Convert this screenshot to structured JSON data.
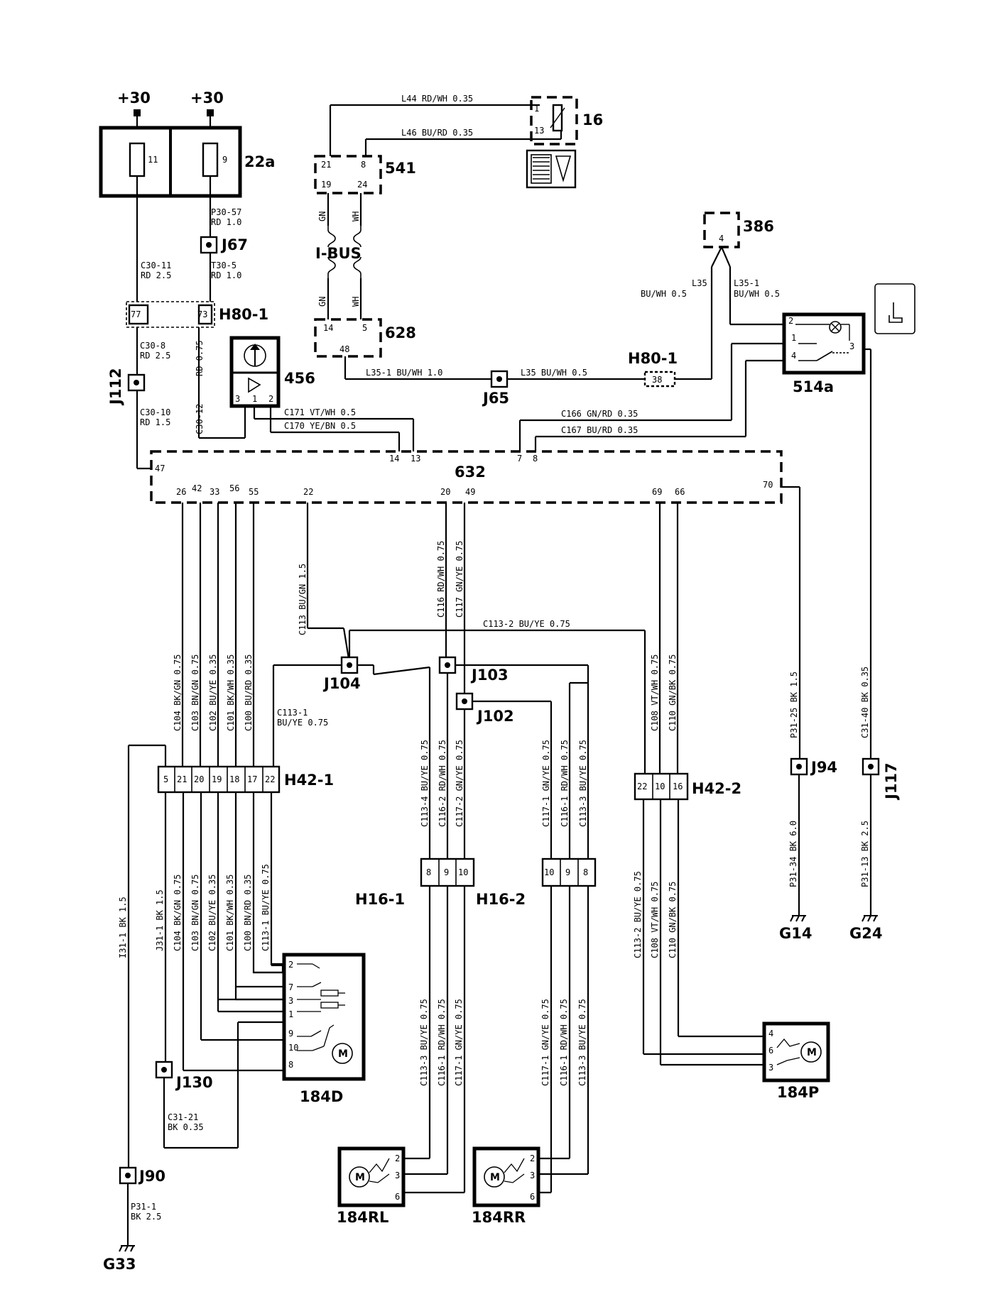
{
  "components": {
    "plus30_left": "+30",
    "plus30_right": "+30",
    "fuse_box": "22a",
    "fuse_11": "11",
    "fuse_9": "9",
    "c16": "16",
    "c541": "541",
    "ibus": "I-BUS",
    "c628": "628",
    "c386": "386",
    "c514a": "514a",
    "h80_1_left": "H80-1",
    "h80_1_right": "H80-1",
    "c456": "456",
    "c632": "632",
    "h42_1": "H42-1",
    "h42_2": "H42-2",
    "h16_1": "H16-1",
    "h16_2": "H16-2",
    "m184d": "184D",
    "m184p": "184P",
    "m184rl": "184RL",
    "m184rr": "184RR"
  },
  "junctions": {
    "j67": "J67",
    "j112": "J112",
    "j65": "J65",
    "j104": "J104",
    "j103": "J103",
    "j102": "J102",
    "j94": "J94",
    "j117": "J117",
    "j130": "J130",
    "j90": "J90"
  },
  "grounds": {
    "g14": "G14",
    "g24": "G24",
    "g33": "G33"
  },
  "wires": {
    "l44": "L44   RD/WH 0.35",
    "l46": "L46   BU/RD  0.35",
    "p30_57": "P30-57",
    "rd10a": "RD 1.0",
    "c30_11": "C30-11",
    "rd25a": "RD 2.5",
    "t30_5": "T30-5",
    "rd10b": "RD 1.0",
    "c30_8": "C30-8",
    "rd25b": "RD 2.5",
    "c30_10": "C30-10",
    "rd15": "RD 1.5",
    "rd075": "RD 0.75",
    "c30_12": "C30-12",
    "c171": "C171   VT/WH  0.5",
    "c170": "C170   YE/BN  0.5",
    "l35_1h": "L35-1    BU/WH 1.0",
    "l35h": "L35   BU/WH 0.5",
    "l35": "L35",
    "l35_buwh": "BU/WH 0.5",
    "l35_1": "L35-1",
    "l35_1_buwh": "BU/WH 0.5",
    "c166": "C166    GN/RD  0.35",
    "c167": "C167    BU/RD  0.35",
    "gn_v": "GN",
    "wh_v": "WH",
    "c113": "C113   BU/GN 1.5",
    "c116": "C116   RD/WH 0.75",
    "c117": "C117   GN/YE 0.75",
    "c113_2h": "C113-2   BU/YE   0.75",
    "c108": "C108   VT/WH 0.75",
    "c110": "C110   GN/BK 0.75",
    "c104": "C104   BK/GN 0.75",
    "c103": "C103   BN/GN 0.75",
    "c102": "C102   BU/YE 0.35",
    "c101": "C101   BK/WH 0.35",
    "c100": "C100   BU/RD 0.35",
    "c113_1": "C113-1",
    "c113_1c": "BU/YE   0.75",
    "c113_4": "C113-4   BU/YE 0.75",
    "c116_2": "C116-2   RD/WH 0.75",
    "c117_2": "C117-2   GN/YE 0.75",
    "c117_1": "C117-1   GN/YE 0.75",
    "c116_1": "C116-1   RD/WH 0.75",
    "c113_3": "C113-3   BU/YE 0.75",
    "c113_2v": "C113-2   BU/YE 0.75",
    "c108v": "C108   VT/WH 0.75",
    "c110v": "C110   GN/BK 0.75",
    "p31_25": "P31-25   BK 1.5",
    "p31_40": "C31-40   BK 0.35",
    "p31_34": "P31-34    BK 6.0",
    "p31_13": "P31-13    BK 2.5",
    "i31_1": "I31-1    BK 1.5",
    "j31_1": "J31-1    BK 1.5",
    "d104": "C104   BK/GN 0.75",
    "d103": "C103   BN/GN 0.75",
    "d102": "C102   BU/YE 0.35",
    "d101": "C101   BK/WH 0.35",
    "d100": "C100   BN/RD 0.35",
    "d113_1": "C113-1   BU/YE 0.75",
    "rl113_3": "C113-3   BU/YE 0.75",
    "rl116_1": "C116-1   RD/WH 0.75",
    "rl117_1": "C117-1   GN/YE 0.75",
    "rr117_1": "C117-1   GN/YE 0.75",
    "rr116_1": "C116-1   RD/WH 0.75",
    "rr113_3": "C113-3   BU/YE 0.75",
    "c31_21": "C31-21",
    "bk035": "BK  0.35",
    "p31_1": "P31-1",
    "bk25": "BK  2.5"
  },
  "pins": {
    "p541": [
      "21",
      "8",
      "19",
      "24"
    ],
    "p628": [
      "14",
      "5",
      "48"
    ],
    "p16": [
      "1",
      "13"
    ],
    "p386": "4",
    "p514a": [
      "2",
      "1",
      "4",
      "3"
    ],
    "h80_left": [
      "77",
      "73"
    ],
    "h80_right": "38",
    "p456": [
      "3",
      "1",
      "2"
    ],
    "p632_top": [
      "14",
      "13",
      "7",
      "8"
    ],
    "p632_47": "47",
    "p632_70": "70",
    "p632_bottom": [
      "26",
      "42",
      "33",
      "56",
      "55",
      "22",
      "20",
      "49",
      "69",
      "66"
    ],
    "h42_1": [
      "5",
      "21",
      "20",
      "19",
      "18",
      "17",
      "22"
    ],
    "h42_2": [
      "22",
      "10",
      "16"
    ],
    "h16_1": [
      "8",
      "9",
      "10"
    ],
    "h16_2": [
      "10",
      "9",
      "8"
    ],
    "m184d": [
      "2",
      "7",
      "3",
      "1",
      "9",
      "10",
      "8"
    ],
    "m184p": [
      "4",
      "6",
      "3"
    ],
    "m184rl": [
      "2",
      "3",
      "6"
    ],
    "m184rr": [
      "2",
      "3",
      "6"
    ]
  },
  "icons": {
    "motor": "M"
  }
}
